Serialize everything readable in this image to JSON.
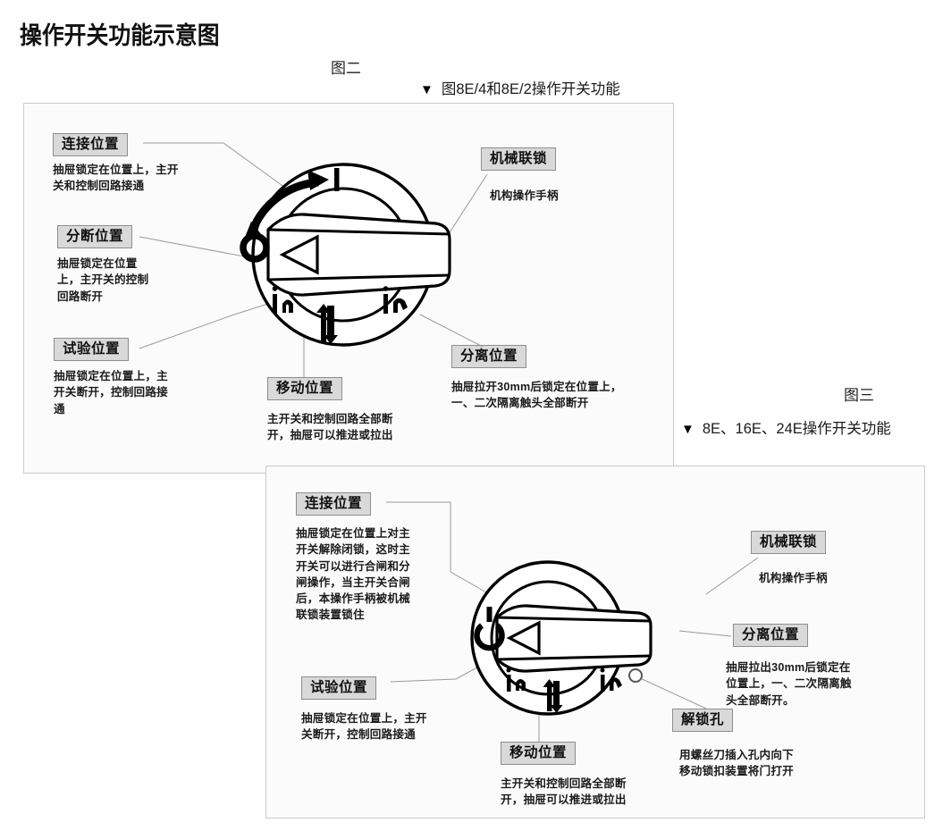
{
  "title": "操作开关功能示意图",
  "figures": [
    {
      "id": "fig-two",
      "caption": "图二",
      "subtitle_marker": "▼",
      "subtitle": "图8E/4和8E/2操作开关功能",
      "dial": {
        "marks": [
          "I",
          "O"
        ],
        "rotation_arrow": "clockwise",
        "handle_pointer": "triangle-left",
        "bottom_symbols": [
          "test-position-symbol",
          "move-updown-arrows",
          "disconnect-position-symbol"
        ]
      },
      "callouts": [
        {
          "name": "connect-position",
          "label": "连接位置",
          "desc": "抽屉锁定在位置上，主开\n关和控制回路接通"
        },
        {
          "name": "disconnect-position",
          "label": "分断位置",
          "desc": "抽屉锁定在位置\n上，主开关的控制\n回路断开"
        },
        {
          "name": "test-position",
          "label": "试验位置",
          "desc": "抽屉锁定在位置上，主\n开关断开，控制回路接\n通"
        },
        {
          "name": "move-position",
          "label": "移动位置",
          "desc": "主开关和控制回路全部断\n开，抽屉可以推进或拉出"
        },
        {
          "name": "mechanical-interlock",
          "label": "机械联锁",
          "desc": "机构操作手柄"
        },
        {
          "name": "separate-position",
          "label": "分离位置",
          "desc": "抽屉拉开30mm后锁定在位置上，\n一、二次隔离触头全部断开"
        }
      ]
    },
    {
      "id": "fig-three",
      "caption": "图三",
      "subtitle_marker": "▼",
      "subtitle": "8E、16E、24E操作开关功能",
      "dial": {
        "marks": [
          "power-symbol"
        ],
        "handle_pointer": "triangle-left",
        "unlock_hole": "小圆孔",
        "bottom_symbols": [
          "test-position-symbol",
          "move-updown-arrows",
          "disconnect-position-symbol"
        ]
      },
      "callouts": [
        {
          "name": "connect-position",
          "label": "连接位置",
          "desc": "抽屉锁定在位置上对主\n开关解除闭锁，这时主\n开关可以进行合闸和分\n闸操作，当主开关合闸\n后，本操作手柄被机械\n联锁装置锁住"
        },
        {
          "name": "test-position",
          "label": "试验位置",
          "desc": "抽屉锁定在位置上，主开\n关断开，控制回路接通"
        },
        {
          "name": "move-position",
          "label": "移动位置",
          "desc": "主开关和控制回路全部断\n开，抽屉可以推进或拉出"
        },
        {
          "name": "mechanical-interlock",
          "label": "机械联锁",
          "desc": "机构操作手柄"
        },
        {
          "name": "separate-position",
          "label": "分离位置",
          "desc": "抽屉拉出30mm后锁定在\n位置上，一、二次隔离触\n头全部断开。"
        },
        {
          "name": "unlock-hole",
          "label": "解锁孔",
          "desc": "用螺丝刀插入孔内向下\n移动锁扣装置将门打开"
        }
      ]
    }
  ],
  "colors": {
    "chip_fill": "#d9d9d9",
    "chip_border": "#8e8e8e",
    "panel_bg": "#fbfbfb",
    "panel_border": "#c9c9c9",
    "ink": "#000000"
  }
}
